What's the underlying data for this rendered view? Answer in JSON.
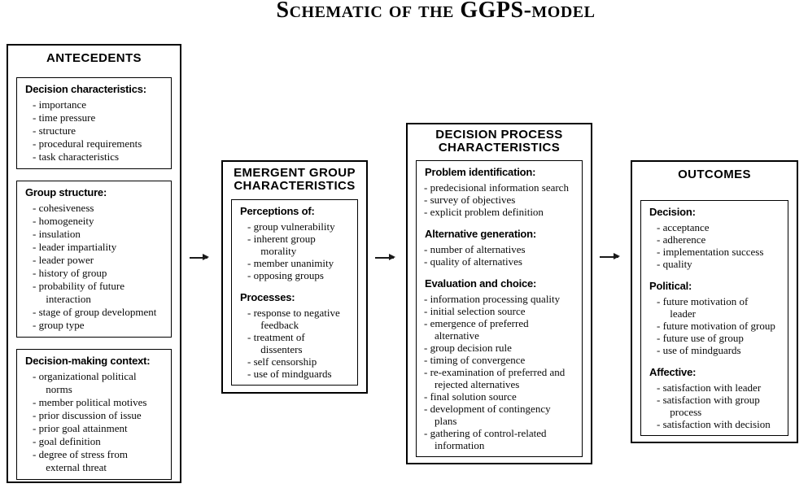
{
  "title": "Schematic of the GGPS-model",
  "colors": {
    "ink": "#000000",
    "background": "#ffffff",
    "border": "#000000"
  },
  "columns": [
    {
      "id": "antecedents",
      "title": "ANTECEDENTS",
      "boxes": [
        {
          "sections": [
            {
              "heading": "Decision characteristics:",
              "items": [
                "- importance",
                "- time pressure",
                "- structure",
                "- procedural requirements",
                "- task characteristics"
              ]
            }
          ]
        },
        {
          "sections": [
            {
              "heading": "Group structure:",
              "items": [
                "- cohesiveness",
                "- homogeneity",
                "- insulation",
                "- leader impartiality",
                "- leader power",
                "- history of group",
                "- probability of future\n     interaction",
                "- stage of group development",
                "- group type"
              ]
            }
          ]
        },
        {
          "sections": [
            {
              "heading": "Decision-making context:",
              "items": [
                "- organizational political\n     norms",
                "- member political motives",
                "- prior discussion of issue",
                "- prior goal attainment",
                "- goal definition",
                "- degree of stress from\n     external threat"
              ]
            }
          ]
        }
      ]
    },
    {
      "id": "emergent",
      "title": "EMERGENT GROUP\nCHARACTERISTICS",
      "boxes": [
        {
          "sections": [
            {
              "heading": "Perceptions of:",
              "items": [
                "- group vulnerability",
                "- inherent group\n     morality",
                "- member unanimity",
                "- opposing groups"
              ]
            },
            {
              "heading": "Processes:",
              "items": [
                "- response to negative\n     feedback",
                "- treatment of\n     dissenters",
                "- self censorship",
                "- use of mindguards"
              ]
            }
          ]
        }
      ]
    },
    {
      "id": "process",
      "title": "DECISION PROCESS\nCHARACTERISTICS",
      "boxes": [
        {
          "sections": [
            {
              "heading": "Problem identification:",
              "items": [
                "- predecisional information search",
                "- survey of objectives",
                "- explicit problem definition"
              ]
            },
            {
              "heading": "Alternative generation:",
              "items": [
                "- number of alternatives",
                "- quality of alternatives"
              ]
            },
            {
              "heading": "Evaluation and choice:",
              "items": [
                "- information processing quality",
                "- initial selection source",
                "- emergence of preferred\n    alternative",
                "- group decision rule",
                "- timing of convergence",
                "- re-examination of preferred and\n    rejected alternatives",
                "- final solution source",
                "- development of contingency\n    plans",
                "- gathering of control-related\n    information"
              ]
            }
          ]
        }
      ]
    },
    {
      "id": "outcomes",
      "title": "OUTCOMES",
      "boxes": [
        {
          "sections": [
            {
              "heading": "Decision:",
              "items": [
                "- acceptance",
                "- adherence",
                "- implementation success",
                "- quality"
              ]
            },
            {
              "heading": "Political:",
              "items": [
                "- future motivation of\n     leader",
                "- future motivation of group",
                "- future use of group",
                "- use of mindguards"
              ]
            },
            {
              "heading": "Affective:",
              "items": [
                "- satisfaction with leader",
                "- satisfaction with group\n     process",
                "- satisfaction with decision"
              ]
            }
          ]
        }
      ]
    }
  ],
  "arrows": [
    {
      "id": "antecedents-to-emergent",
      "glyph": "right-arrow"
    },
    {
      "id": "emergent-to-process",
      "glyph": "right-arrow"
    },
    {
      "id": "process-to-outcomes",
      "glyph": "right-arrow"
    }
  ]
}
